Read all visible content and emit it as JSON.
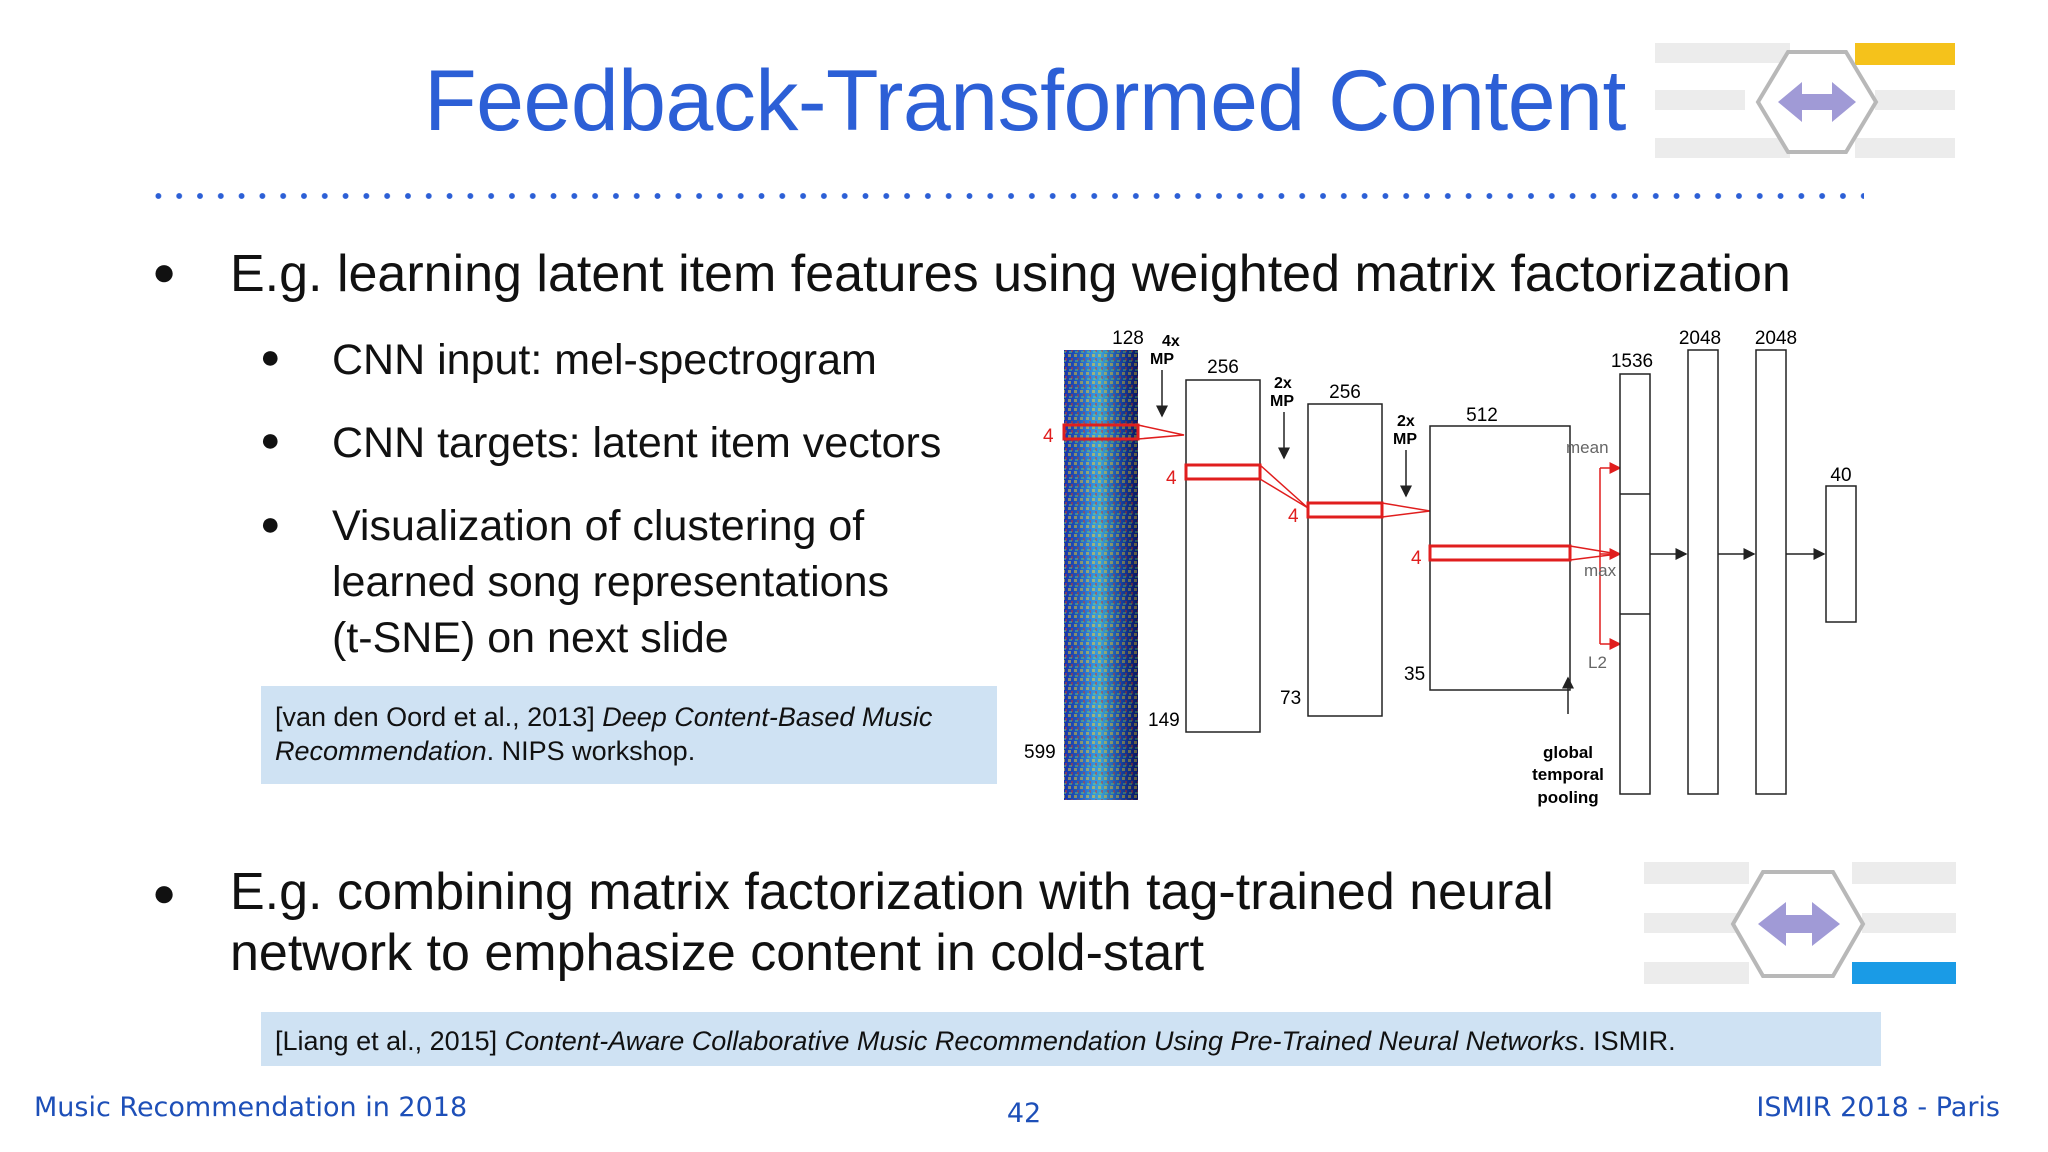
{
  "title": "Feedback-Transformed Content",
  "bullets": {
    "b1": "E.g. learning latent item features using weighted matrix factorization",
    "sub1": "CNN input: mel-spectrogram",
    "sub2": "CNN targets: latent item vectors",
    "sub3_line1": "Visualization of clustering of",
    "sub3_line2": "learned song representations",
    "sub3_line3": "(t-SNE) on next slide",
    "b2_line1": "E.g. combining matrix factorization with tag-trained neural",
    "b2_line2": "network to emphasize content in cold-start"
  },
  "ref1": {
    "prefix": "[van den Oord et al., 2013] ",
    "title_line1": "Deep Content-Based Music",
    "title_line2": "Recommendation",
    "suffix": ". NIPS workshop."
  },
  "ref2": {
    "prefix": "[Liang et al., 2015] ",
    "title": "Content-Aware Collaborative Music Recommendation Using Pre-Trained Neural Networks",
    "suffix": ". ISMIR."
  },
  "diagram": {
    "spec_width": "128",
    "spec_height": "599",
    "spec_kernel": "4",
    "pool1_line1": "4x",
    "pool1_line2": "MP",
    "conv1_width": "256",
    "conv1_height": "149",
    "conv1_kernel": "4",
    "pool2_line1": "2x",
    "pool2_line2": "MP",
    "conv2_width": "256",
    "conv2_height": "73",
    "conv2_kernel": "4",
    "pool3_line1": "2x",
    "pool3_line2": "MP",
    "conv3_width": "512",
    "conv3_height": "35",
    "conv3_kernel": "4",
    "mean_label": "mean",
    "max_label": "max",
    "l2_label": "L2",
    "gtp_line1": "global",
    "gtp_line2": "temporal",
    "gtp_line3": "pooling",
    "fc0_width": "1536",
    "fc1_width": "2048",
    "fc2_width": "2048",
    "out_width": "40"
  },
  "footer": {
    "left": "Music Recommendation in 2018",
    "page": "42",
    "right": "ISMIR 2018 - Paris"
  },
  "colors": {
    "title": "#2c5fd6",
    "footer": "#1d4fb8",
    "ref_box": "#cfe2f3",
    "kernel_box": "#e01e1e",
    "logo_arrow": "#a09ad6",
    "logo_gray": "#ececec",
    "logo_accent_top": "#f5c21b",
    "logo_accent_bottom": "#1a9be6"
  },
  "icons": [
    "bidirectional-arrow-logo-icon",
    "bidirectional-arrow-logo-icon"
  ]
}
